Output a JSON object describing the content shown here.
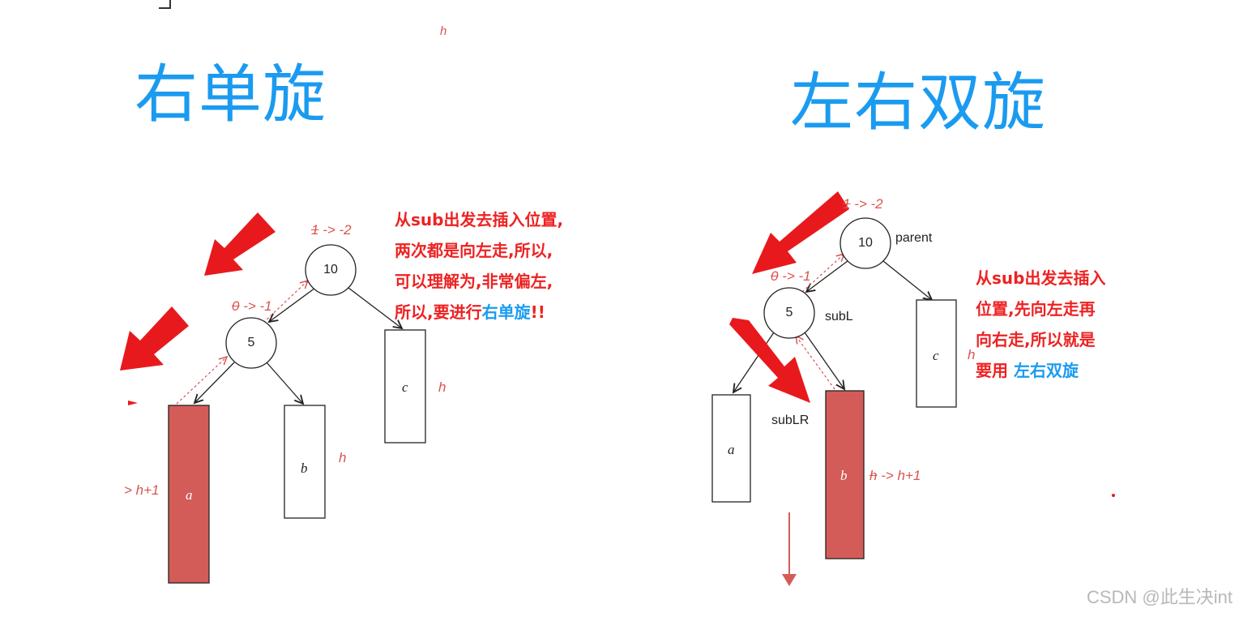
{
  "left": {
    "title": "右单旋",
    "note_lines": [
      "从sub出发去插入位置,",
      "两次都是向左走,所以,",
      "可以理解为,非常偏左,",
      "所以,要进行"
    ],
    "note_highlight": "右单旋",
    "note_tail": "!!",
    "nodes": [
      "10",
      "5"
    ],
    "boxes": [
      "a",
      "b",
      "c"
    ],
    "bf_parent_old": "1",
    "bf_parent_new": "-> -2",
    "bf_child_old": "0",
    "bf_child_new": "-> -1",
    "h_top": "h",
    "h_c": "h",
    "h_b": "h",
    "a_height": "> h+1"
  },
  "right": {
    "title": "左右双旋",
    "note_lines": [
      "从sub出发去插入",
      "位置,先向左走再",
      "向右走,所以就是",
      "要用"
    ],
    "note_highlight": "左右双旋",
    "nodes": [
      "10",
      "5"
    ],
    "node_names": [
      "parent",
      "subL",
      "subLR"
    ],
    "boxes": [
      "a",
      "b",
      "c"
    ],
    "bf_parent_old": "1",
    "bf_parent_new": "-> -2",
    "bf_child_old": "0",
    "bf_child_new": "-> -1",
    "h_c": "h",
    "b_height_old": "h",
    "b_height_new": "-> h+1"
  },
  "watermark": "CSDN @此生决int",
  "colors": {
    "title": "#1a9bf0",
    "note": "#ee2222",
    "highlight_box": "#d45c58",
    "arrow": "#e8191d",
    "label": "#d9534f"
  }
}
